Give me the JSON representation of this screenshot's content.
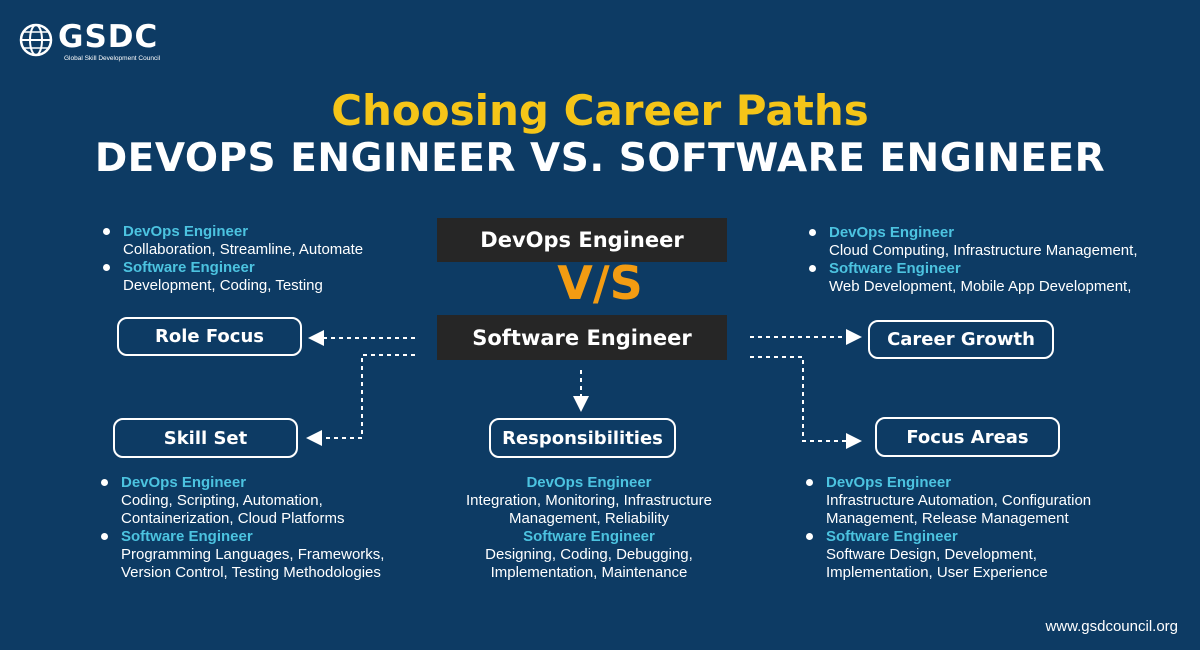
{
  "logo": {
    "name": "GSDC",
    "subtitle": "Global Skill Development Council"
  },
  "title": {
    "line1": "Choosing Career Paths",
    "line2": "DEVOPS ENGINEER VS. SOFTWARE ENGINEER"
  },
  "center": {
    "top_label": "DevOps Engineer",
    "vs": "V/S",
    "bottom_label": "Software Engineer"
  },
  "nodes": {
    "role_focus": "Role Focus",
    "career_growth": "Career Growth",
    "skill_set": "Skill Set",
    "responsibilities": "Responsibilities",
    "focus_areas": "Focus Areas"
  },
  "details": {
    "role_focus": {
      "devops_heading": "DevOps Engineer",
      "devops_text": "Collaboration, Streamline, Automate",
      "software_heading": "Software Engineer",
      "software_text": "Development, Coding, Testing"
    },
    "career_growth": {
      "devops_heading": "DevOps Engineer",
      "devops_text": "Cloud Computing, Infrastructure Management,",
      "software_heading": "Software Engineer",
      "software_text": "Web Development, Mobile App Development,"
    },
    "skill_set": {
      "devops_heading": "DevOps Engineer",
      "devops_line1": "Coding, Scripting, Automation,",
      "devops_line2": "Containerization, Cloud Platforms",
      "software_heading": "Software Engineer",
      "software_line1": "Programming Languages, Frameworks,",
      "software_line2": "Version Control, Testing Methodologies"
    },
    "responsibilities": {
      "devops_heading": "DevOps Engineer",
      "devops_line1": "Integration, Monitoring, Infrastructure",
      "devops_line2": "Management, Reliability",
      "software_heading": "Software Engineer",
      "software_line1": "Designing, Coding, Debugging,",
      "software_line2": "Implementation, Maintenance"
    },
    "focus_areas": {
      "devops_heading": "DevOps Engineer",
      "devops_line1": "Infrastructure Automation, Configuration",
      "devops_line2": "Management, Release Management",
      "software_heading": "Software Engineer",
      "software_line1": "Software Design, Development,",
      "software_line2": "Implementation, User Experience"
    }
  },
  "footer": {
    "url": "www.gsdcouncil.org"
  },
  "colors": {
    "background": "#0d3b64",
    "title_yellow": "#f5c518",
    "vs_orange": "#f39c12",
    "heading_cyan": "#4cc3e0",
    "dark_box": "#262626"
  }
}
